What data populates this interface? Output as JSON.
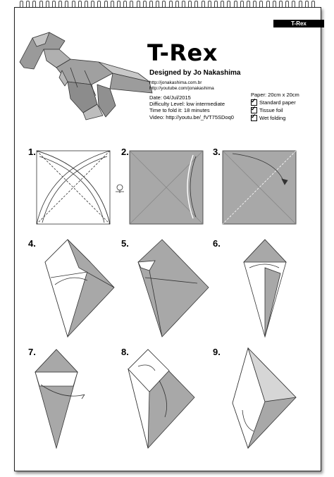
{
  "header_tag": "T-Rex",
  "title": "T-Rex",
  "designer": "Designed by Jo Nakashima",
  "urls": [
    "http://jonakashima.com.br",
    "http://youtube.com/jonakashima"
  ],
  "info": {
    "date": "Date: 04/Jul/2015",
    "difficulty": "Difficulty Level: low intermediate",
    "time": "Time to fold it: 18 minutes",
    "video": "Video: http://youtu.be/_fVT75SDoq0"
  },
  "paper": {
    "size": "Paper: 20cm x 20cm",
    "options": [
      "Standard paper",
      "Tissue foil",
      "Wet folding"
    ]
  },
  "steps": [
    "1.",
    "2.",
    "3.",
    "4.",
    "5.",
    "6.",
    "7.",
    "8.",
    "9."
  ],
  "colors": {
    "gray": "#a8a8a8",
    "white": "#ffffff",
    "line": "#333333"
  }
}
